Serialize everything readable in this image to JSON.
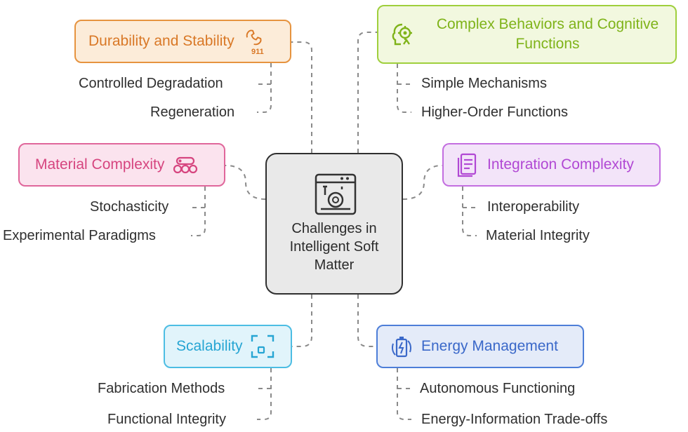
{
  "center": {
    "title": "Challenges in Intelligent Soft Matter",
    "icon": "lab-device-icon"
  },
  "branches": {
    "durability": {
      "title": "Durability and Stability",
      "icon": "emergency-phone-icon",
      "icon_text": "911",
      "color": "#e6933f",
      "fill": "#fcecd9",
      "items": [
        "Controlled Degradation",
        "Regeneration"
      ]
    },
    "complex": {
      "title": "Complex Behaviors and Cognitive Functions",
      "icon": "brain-gear-icon",
      "color": "#9fcf3c",
      "fill": "#f2f8df",
      "items": [
        "Simple Mechanisms",
        "Higher-Order Functions"
      ]
    },
    "material": {
      "title": "Material Complexity",
      "icon": "material-rolls-icon",
      "color": "#e0679b",
      "fill": "#fbe3ee",
      "items": [
        "Stochasticity",
        "Experimental Paradigms"
      ]
    },
    "integration": {
      "title": "Integration Complexity",
      "icon": "document-icon",
      "color": "#c36ee0",
      "fill": "#f3e4f9",
      "items": [
        "Interoperability",
        "Material Integrity"
      ]
    },
    "scalability": {
      "title": "Scalability",
      "icon": "expand-frame-icon",
      "color": "#4cbde3",
      "fill": "#e1f4fb",
      "items": [
        "Fabrication Methods",
        "Functional Integrity"
      ]
    },
    "energy": {
      "title": "Energy Management",
      "icon": "battery-cycle-icon",
      "color": "#4d7ed8",
      "fill": "#e4ebf9",
      "items": [
        "Autonomous Functioning",
        "Energy-Information Trade-offs"
      ]
    }
  }
}
